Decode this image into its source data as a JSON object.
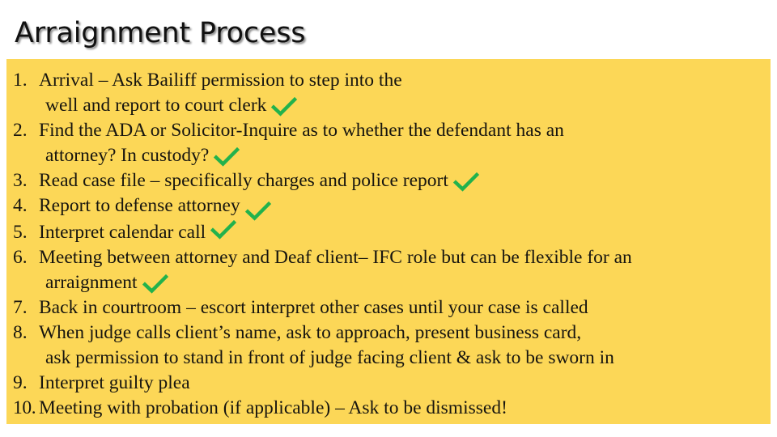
{
  "slide": {
    "title": "Arraignment Process",
    "background_color": "#FFFFFF",
    "content_box_color": "#FCD757",
    "text_color": "#17150F",
    "check_color": "#22B24C"
  },
  "list": {
    "items": [
      {
        "number": "1.",
        "line1": "Arrival – Ask Bailiff permission to step into the",
        "line2": "well and report to court clerk",
        "check": true,
        "check_on": "line2",
        "check_style": "mid"
      },
      {
        "number": "2.",
        "line1": "Find the ADA or Solicitor-Inquire as to whether the defendant has an",
        "line2": "attorney?  In custody?",
        "check": true,
        "check_on": "line2",
        "check_style": "mid"
      },
      {
        "number": "3.",
        "line1": "Read case file – specifically charges and police report",
        "line2": "",
        "check": true,
        "check_on": "line1",
        "check_style": "mid"
      },
      {
        "number": "4.",
        "line1": "Report to defense attorney",
        "line2": "",
        "check": true,
        "check_on": "line1",
        "check_style": "low"
      },
      {
        "number": "5.",
        "line1": "Interpret calendar call",
        "line2": "",
        "check": true,
        "check_on": "line1",
        "check_style": "high"
      },
      {
        "number": "6.",
        "line1": "Meeting between attorney and Deaf client– IFC role but can be flexible for an",
        "line2": "arraignment",
        "check": true,
        "check_on": "line2",
        "check_style": "mid"
      },
      {
        "number": "7.",
        "line1": "Back in courtroom – escort interpret other cases until your case is called",
        "line2": "",
        "check": false,
        "check_on": "",
        "check_style": ""
      },
      {
        "number": "8.",
        "line1": "When judge calls client’s name, ask to approach, present business card,",
        "line2": "ask permission to stand in front of judge facing client & ask to be sworn in",
        "check": false,
        "check_on": "",
        "check_style": ""
      },
      {
        "number": "9.",
        "line1": "Interpret guilty plea",
        "line2": "",
        "check": false,
        "check_on": "",
        "check_style": ""
      },
      {
        "number": "10.",
        "line1": "Meeting with probation (if applicable) – Ask to be dismissed!",
        "line2": "",
        "check": false,
        "check_on": "",
        "check_style": "",
        "tight": true
      }
    ]
  }
}
